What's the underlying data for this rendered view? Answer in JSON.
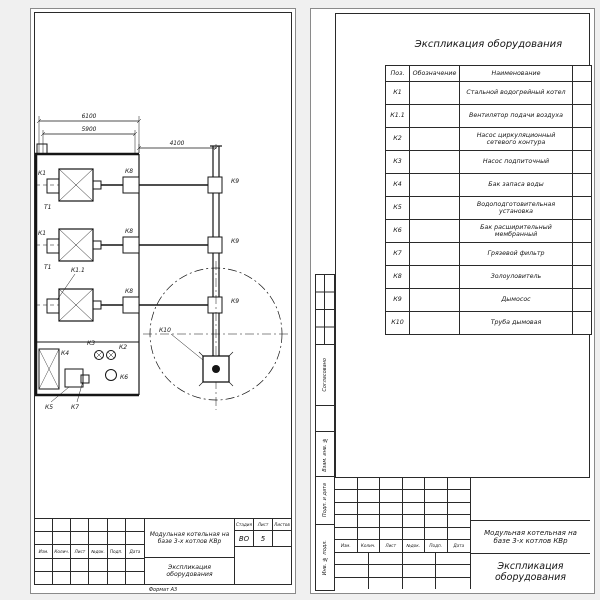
{
  "left_sheet": {
    "drawing": {
      "dim_6100": "6100",
      "dim_5900": "5900",
      "dim_4100": "4100",
      "label_k1": "К1",
      "label_k1_1": "К1.1",
      "label_t1": "Т1",
      "label_k2": "К2",
      "label_k3": "К3",
      "label_k4": "К4",
      "label_k5": "К5",
      "label_k6": "К6",
      "label_k7": "К7",
      "label_k8": "К8",
      "label_k9": "К9",
      "label_k10": "К10"
    },
    "titleblock": {
      "col_izm": "Изм.",
      "col_kolich": "Колич.",
      "col_list": "Лист",
      "col_ndok": "№док.",
      "col_podp": "Подп.",
      "col_data": "Дата",
      "project_line1": "Модульная котельная на",
      "project_line2": "базе 3-х котлов КВр",
      "doc_title": "Экспликация оборудования",
      "stage_label": "Стадия",
      "sheet_label": "Лист",
      "sheets_label": "Листов",
      "stage_value": "ВО",
      "sheet_value": "5"
    },
    "format_note": "Формат А3"
  },
  "right_sheet": {
    "heading": "Экспликация оборудования",
    "table": {
      "col_pos": "Поз.",
      "col_code": "Обозначение",
      "col_name": "Наименование",
      "rows": [
        {
          "pos": "К1",
          "name": "Стальной водогрейный котел"
        },
        {
          "pos": "К1.1",
          "name": "Вентилятор подачи воздуха"
        },
        {
          "pos": "К2",
          "name": "Насос циркуляционный сетевого контура"
        },
        {
          "pos": "К3",
          "name": "Насос подпиточный"
        },
        {
          "pos": "К4",
          "name": "Бак запаса воды"
        },
        {
          "pos": "К5",
          "name": "Водоподготовительная установка"
        },
        {
          "pos": "К6",
          "name": "Бак расширительный мембранный"
        },
        {
          "pos": "К7",
          "name": "Грязевой фильтр"
        },
        {
          "pos": "К8",
          "name": "Золоуловитель"
        },
        {
          "pos": "К9",
          "name": "Дымосос"
        },
        {
          "pos": "К10",
          "name": "Труба дымовая"
        }
      ]
    },
    "margin_stamps": {
      "soglasovano": "Согласовано",
      "vzam_inv": "Взам. инв. №",
      "podp_data": "Подп. и дата",
      "inv_podl": "Инв. № подл."
    },
    "titleblock": {
      "col_izm": "Изм.",
      "col_kolich": "Колич.",
      "col_list": "Лист",
      "col_ndok": "№док.",
      "col_podp": "Подп.",
      "col_data": "Дата",
      "project_line1": "Модульная котельная на",
      "project_line2": "базе 3-х котлов КВр",
      "doc_title": "Экспликация оборудования"
    }
  }
}
